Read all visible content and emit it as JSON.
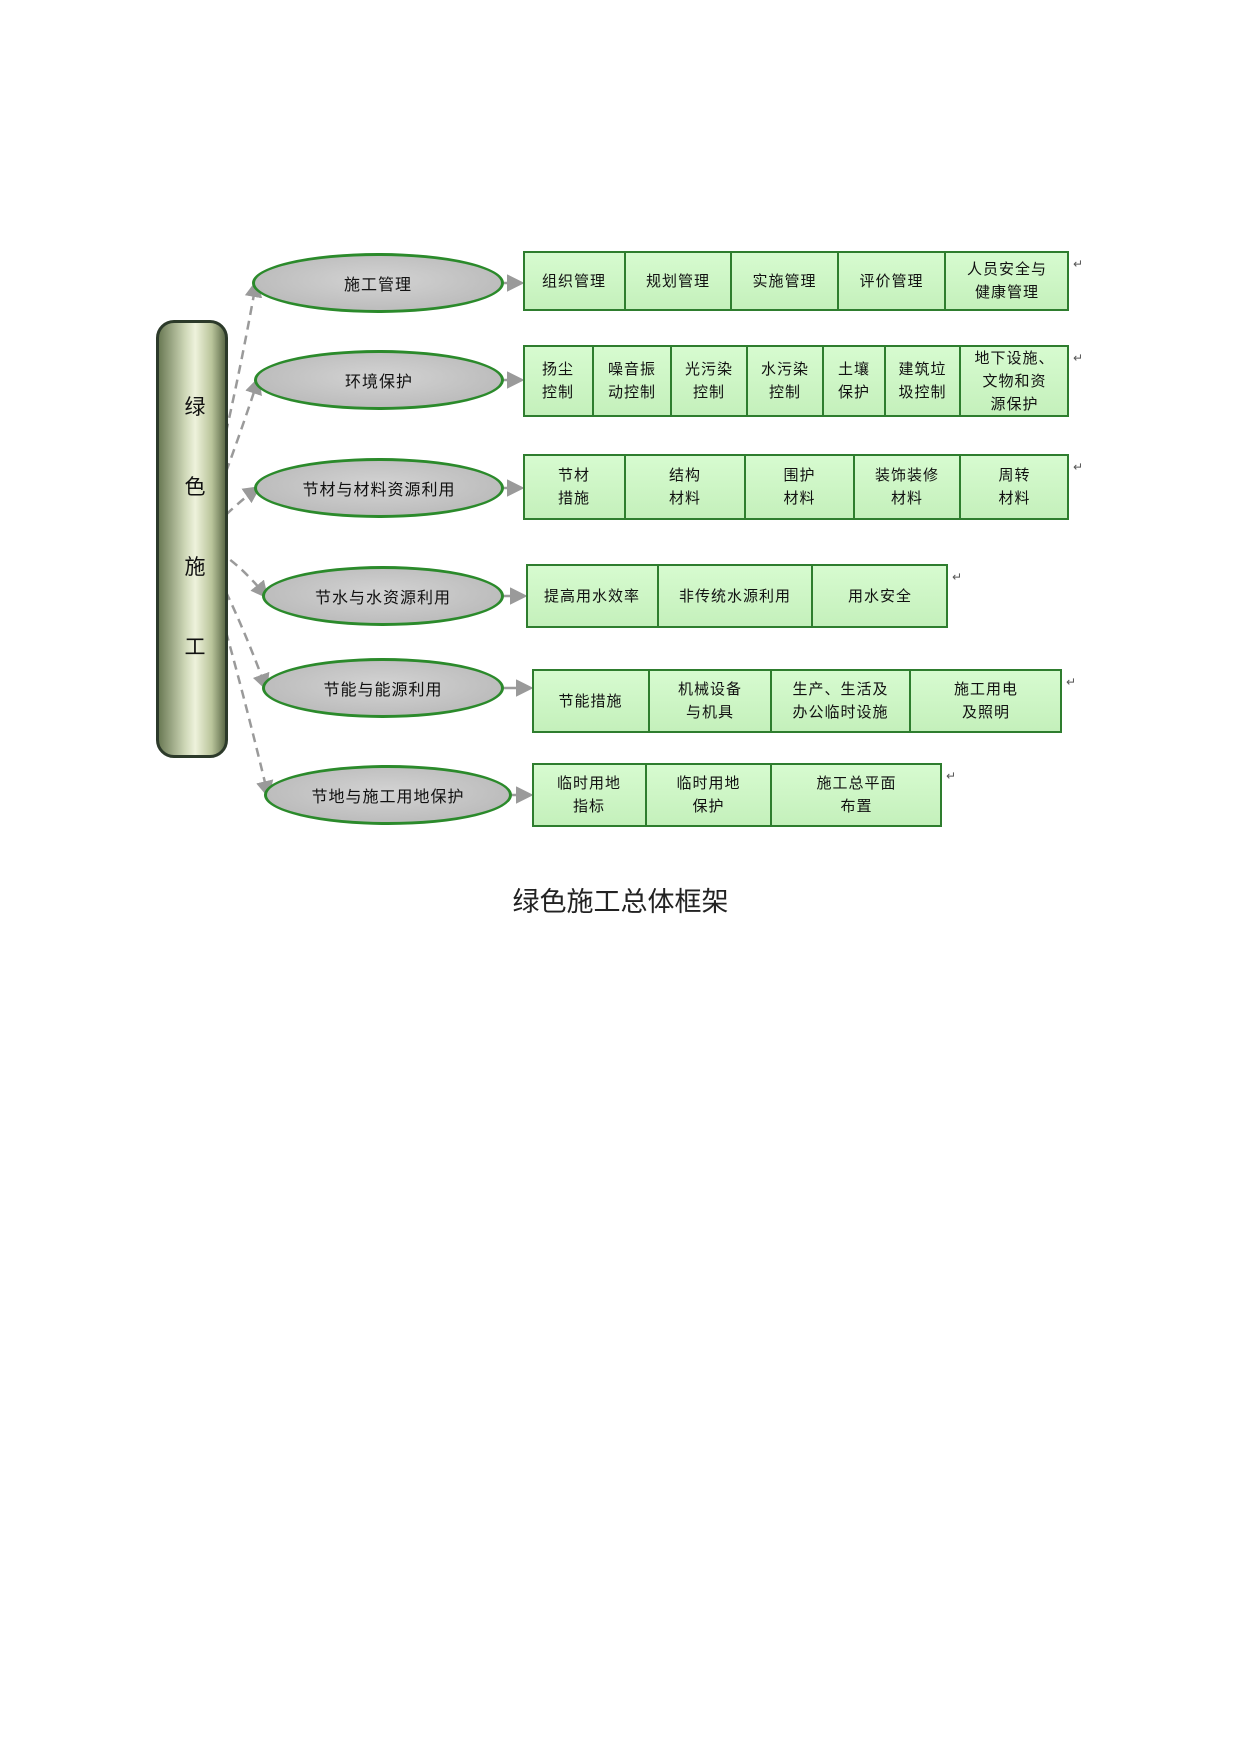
{
  "root": {
    "label": "绿色施工",
    "chars": [
      "绿",
      "色",
      "施",
      "工"
    ]
  },
  "branches": [
    {
      "label": "施工管理",
      "items": [
        "组织管理",
        "规划管理",
        "实施管理",
        "评价管理",
        "人员安全与\n健康管理"
      ]
    },
    {
      "label": "环境保护",
      "items": [
        "扬尘\n控制",
        "噪音振\n动控制",
        "光污染\n控制",
        "水污染\n控制",
        "土壤\n保护",
        "建筑垃\n圾控制",
        "地下设施、\n文物和资\n源保护"
      ]
    },
    {
      "label": "节材与材料资源利用",
      "items": [
        "节材\n措施",
        "结构\n材料",
        "围护\n材料",
        "装饰装修\n材料",
        "周转\n材料"
      ]
    },
    {
      "label": "节水与水资源利用",
      "items": [
        "提高用水效率",
        "非传统水源利用",
        "用水安全"
      ]
    },
    {
      "label": "节能与能源利用",
      "items": [
        "节能措施",
        "机械设备\n与机具",
        "生产、生活及\n办公临时设施",
        "施工用电\n及照明"
      ]
    },
    {
      "label": "节地与施工用地保护",
      "items": [
        "临时用地\n指标",
        "临时用地\n保护",
        "施工总平面\n布置"
      ]
    }
  ],
  "caption": "绿色施工总体框架",
  "colors": {
    "oval_border": "#2b8a2b",
    "oval_fill": "#bdbdbd",
    "cell_fill": "#c8f5c0",
    "cell_border": "#2e7d2e",
    "connector": "#9a9a9a"
  }
}
